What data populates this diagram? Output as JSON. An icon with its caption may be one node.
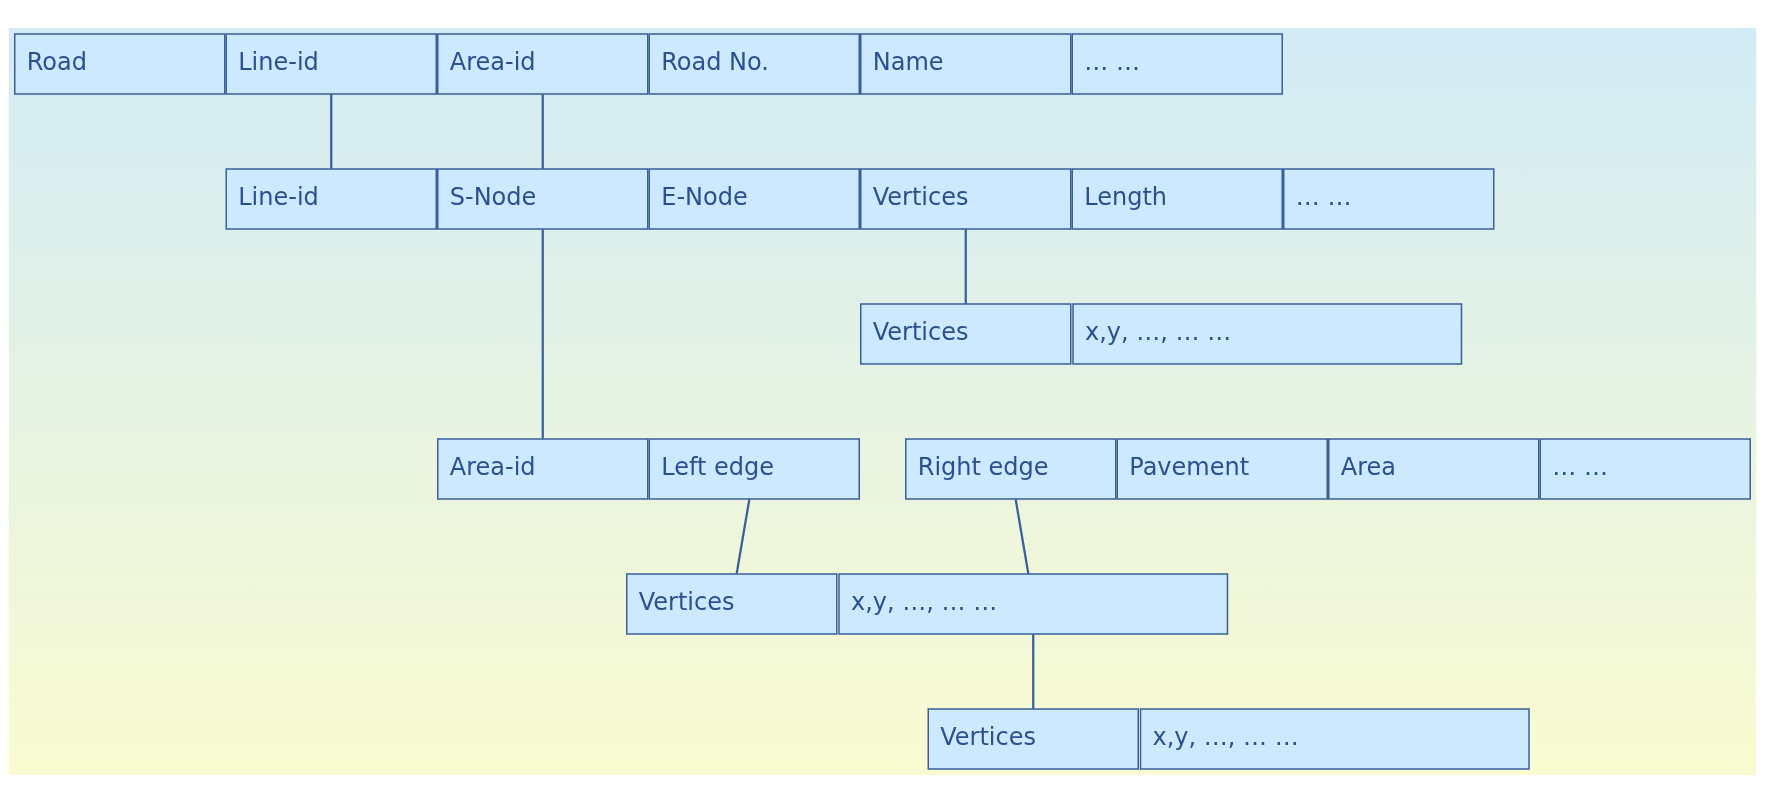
{
  "diagram": {
    "nodes": [
      {
        "text": [
          "Road"
        ]
      },
      {
        "text": [
          "Line-id"
        ]
      },
      {
        "text": [
          "Area-id"
        ]
      },
      {
        "text": [
          "Road No."
        ]
      },
      {
        "text": [
          "Name"
        ]
      },
      {
        "text": [
          "… …"
        ]
      },
      {
        "text": [
          "Line-id"
        ]
      },
      {
        "text": [
          "S-Node"
        ]
      },
      {
        "text": [
          "E-Node"
        ]
      },
      {
        "text": [
          "Vertices"
        ]
      },
      {
        "text": [
          "Length"
        ]
      },
      {
        "text": [
          "… …"
        ]
      },
      {
        "text": [
          "Vertices"
        ]
      },
      {
        "text": [
          "x,y, …, … …"
        ]
      },
      {
        "text": [
          "Area-id"
        ]
      },
      {
        "text": [
          "Left edge"
        ]
      },
      {
        "text": [
          "Right edge"
        ]
      },
      {
        "text": [
          "Pavement"
        ]
      },
      {
        "text": [
          "Area"
        ]
      },
      {
        "text": [
          "… …"
        ]
      },
      {
        "text": [
          "Vertices"
        ]
      },
      {
        "text": [
          "x,y, …, … …"
        ]
      },
      {
        "text": [
          "Vertices"
        ]
      },
      {
        "text": [
          "x,y, …, … …"
        ]
      }
    ],
    "edges": [
      {
        "from": 1,
        "to": 6,
        "arrow": "none"
      },
      {
        "from": 2,
        "to": 7,
        "arrow": "none"
      },
      {
        "from": 9,
        "to": 12,
        "arrow": "none"
      },
      {
        "from": 7,
        "to": 14,
        "arrow": "none"
      },
      {
        "from": 15,
        "to": 20,
        "arrow": "none"
      },
      {
        "from": 16,
        "to": 21,
        "arrow": "none"
      },
      {
        "from": 21,
        "to": 22,
        "arrow": "none"
      }
    ]
  }
}
